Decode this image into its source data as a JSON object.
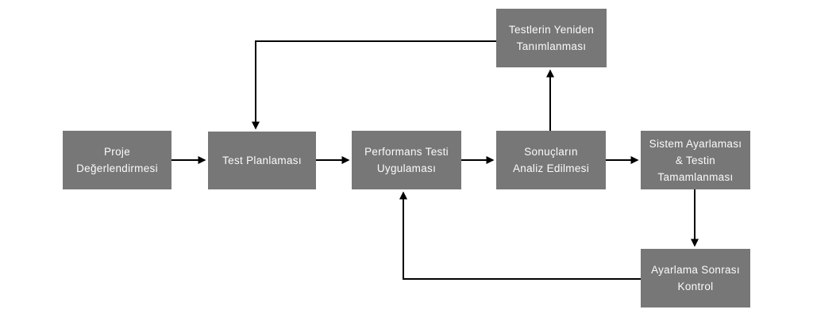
{
  "diagram": {
    "type": "flowchart",
    "background_color": "#ffffff",
    "node_fill_color": "#777777",
    "node_text_color": "#fbfbfb",
    "arrow_color": "#000000",
    "nodes": [
      {
        "id": "proje-degerlendirmesi",
        "label": "Proje\nDeğerlendirmesi"
      },
      {
        "id": "test-planlamasi",
        "label": "Test Planlaması"
      },
      {
        "id": "performans-testi-uygulamasi",
        "label": "Performans Testi\nUygulaması"
      },
      {
        "id": "sonuclarin-analiz-edilmesi",
        "label": "Sonuçların\nAnaliz Edilmesi"
      },
      {
        "id": "sistem-ayarlamasi-testin-tamamlanmasi",
        "label": "Sistem Ayarlaması\n& Testin\nTamamlanması"
      },
      {
        "id": "testlerin-yeniden-tanimlanmasi",
        "label": "Testlerin Yeniden\nTanımlanması"
      },
      {
        "id": "ayarlama-sonrasi-kontrol",
        "label": "Ayarlama Sonrası\nKontrol"
      }
    ],
    "edges": [
      {
        "from": "Proje Değerlendirmesi",
        "to": "Test Planlaması",
        "style": "straight-right"
      },
      {
        "from": "Test Planlaması",
        "to": "Performans Testi Uygulaması",
        "style": "straight-right"
      },
      {
        "from": "Performans Testi Uygulaması",
        "to": "Sonuçların Analiz Edilmesi",
        "style": "straight-right"
      },
      {
        "from": "Sonuçların Analiz Edilmesi",
        "to": "Sistem Ayarlaması & Testin Tamamlanması",
        "style": "straight-right"
      },
      {
        "from": "Sonuçların Analiz Edilmesi",
        "to": "Testlerin Yeniden Tanımlanması",
        "style": "straight-up"
      },
      {
        "from": "Testlerin Yeniden Tanımlanması",
        "to": "Test Planlaması",
        "style": "elbow-left-down"
      },
      {
        "from": "Sistem Ayarlaması & Testin Tamamlanması",
        "to": "Ayarlama Sonrası Kontrol",
        "style": "straight-down"
      },
      {
        "from": "Ayarlama Sonrası Kontrol",
        "to": "Performans Testi Uygulaması",
        "style": "elbow-left-up"
      }
    ]
  }
}
